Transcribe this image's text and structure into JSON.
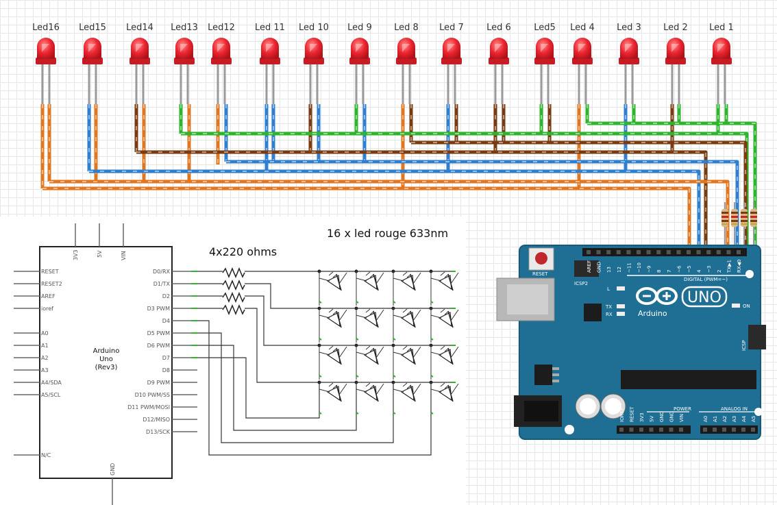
{
  "leds": [
    "Led16",
    "Led15",
    "Led14",
    "Led13",
    "Led12",
    "Led 11",
    "Led 10",
    "Led 9",
    "Led 8",
    "Led 7",
    "Led 6",
    "Led5",
    "Led 4",
    "Led 3",
    "Led 2",
    "Led 1"
  ],
  "schematic": {
    "resistor_label": "4x220 ohms",
    "led_label": "16 x led rouge 633nm",
    "chip_name": "Arduino",
    "chip_model": "Uno",
    "chip_rev": "(Rev3)",
    "top_pins": [
      "3V3",
      "5V",
      "VIN"
    ],
    "bottom_pin": "GND",
    "left_pins": [
      "RESET",
      "RESET2",
      "AREF",
      "ioref",
      "A0",
      "A1",
      "A2",
      "A3",
      "A4/SDA",
      "A5/SCL",
      "N/C"
    ],
    "right_pins": [
      "D0/RX",
      "D1/TX",
      "D2",
      "D3 PWM",
      "D4",
      "D5 PWM",
      "D6 PWM",
      "D7",
      "D8",
      "D9 PWM",
      "D10 PWM/SS",
      "D11 PWM/MOSI",
      "D12/MISO",
      "D13/SCK"
    ]
  },
  "board": {
    "reset": "RESET",
    "icsp2": "ICSP2",
    "icsp": "ICSP",
    "brand": "Arduino",
    "model": "UNO",
    "tm": "TM",
    "digital": "DIGITAL (PWM=~)",
    "on": "ON",
    "l": "L",
    "tx": "TX",
    "rx": "RX",
    "power": "POWER",
    "analog": "ANALOG IN",
    "digital_pins": [
      "AREF",
      "GND",
      "13",
      "12",
      "~11",
      "~10",
      "~9",
      "8",
      "7",
      "~6",
      "~5",
      "4",
      "~3",
      "2",
      "TX▶1",
      "RX◀0"
    ],
    "power_pins": [
      "IOREF",
      "RESET",
      "3V3",
      "5V",
      "GND",
      "GND",
      "VIN"
    ],
    "analog_pins": [
      "A0",
      "A1",
      "A2",
      "A3",
      "A4",
      "A5"
    ],
    "colors": {
      "board": "#1f6e93",
      "wire_green": "#2db52d",
      "wire_blue": "#2f7fd0",
      "wire_brown": "#7a3b10",
      "wire_orange": "#e0761f",
      "led": "#e8202a"
    }
  }
}
